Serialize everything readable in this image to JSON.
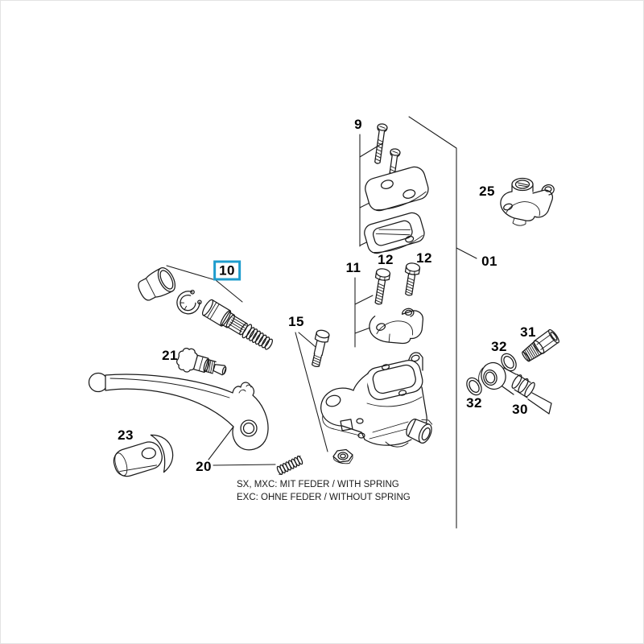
{
  "diagram": {
    "highlight_color": "#1d9ccd",
    "line_color": "#1a1a1a",
    "labels": [
      {
        "text": "9",
        "highlighted": false
      },
      {
        "text": "25",
        "highlighted": false
      },
      {
        "text": "01",
        "highlighted": false
      },
      {
        "text": "11",
        "highlighted": false
      },
      {
        "text": "12",
        "highlighted": false
      },
      {
        "text": "12",
        "highlighted": false
      },
      {
        "text": "10",
        "highlighted": true
      },
      {
        "text": "15",
        "highlighted": false
      },
      {
        "text": "21",
        "highlighted": false
      },
      {
        "text": "23",
        "highlighted": false
      },
      {
        "text": "20",
        "highlighted": false
      },
      {
        "text": "31",
        "highlighted": false
      },
      {
        "text": "32",
        "highlighted": false
      },
      {
        "text": "32",
        "highlighted": false
      },
      {
        "text": "30",
        "highlighted": false
      }
    ],
    "notes": [
      "SX, MXC: MIT FEDER / WITH SPRING",
      "EXC: OHNE FEDER / WITHOUT SPRING"
    ]
  }
}
